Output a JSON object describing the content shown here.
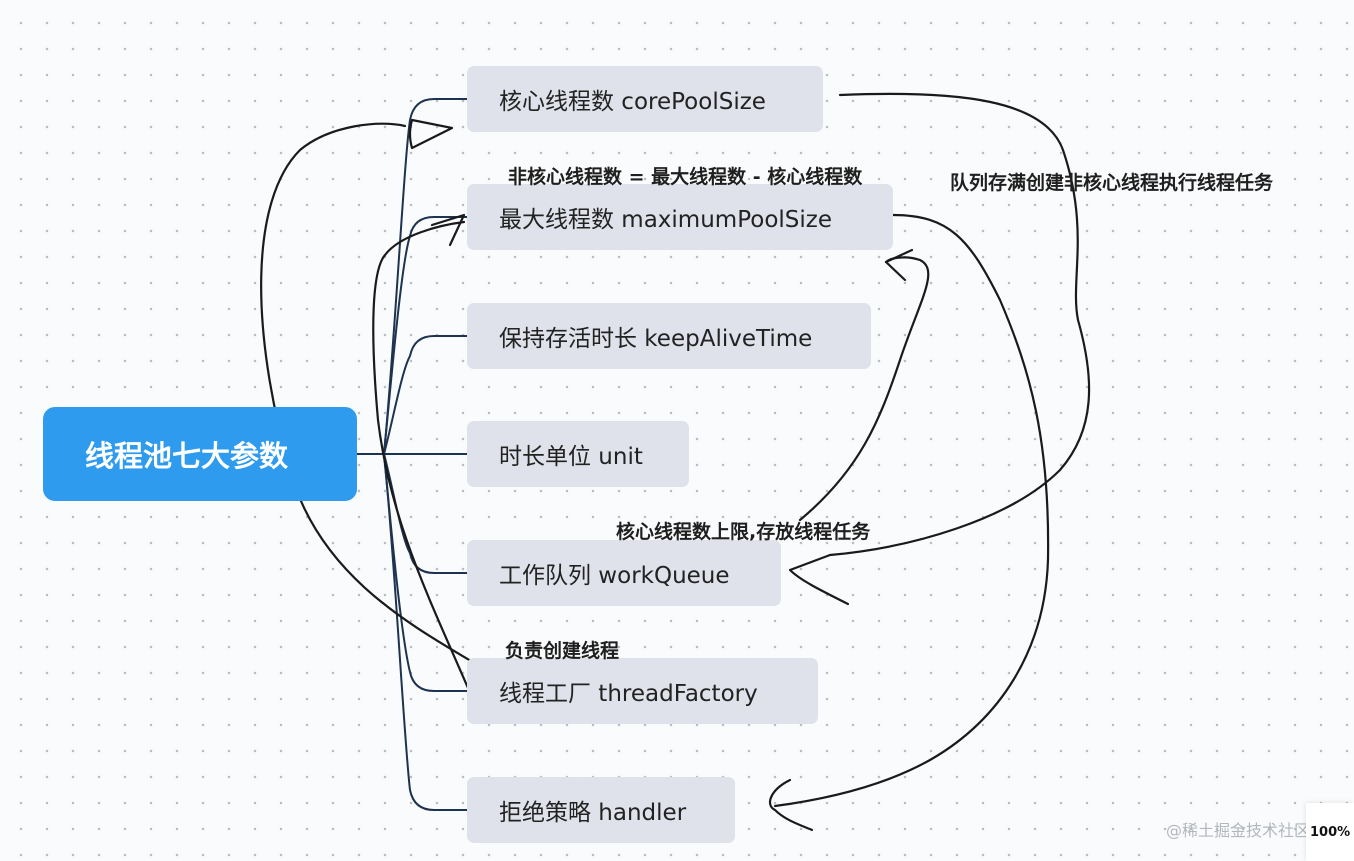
{
  "root": {
    "label": "线程池七大参数"
  },
  "nodes": [
    {
      "label": "核心线程数 corePoolSize"
    },
    {
      "label": "最大线程数 maximumPoolSize"
    },
    {
      "label": "保持存活时长 keepAliveTime"
    },
    {
      "label": "时长单位 unit"
    },
    {
      "label": "工作队列 workQueue"
    },
    {
      "label": "线程工厂 threadFactory"
    },
    {
      "label": "拒绝策略 handler"
    }
  ],
  "annotations": {
    "max_formula": "非核心线程数 = 最大线程数 - 核心线程数",
    "queue_full": "队列存满创建非核心线程执行线程任务",
    "queue_note": "核心线程数上限,存放线程任务",
    "factory_note": "负责创建线程"
  },
  "watermark": "@稀土掘金技术社区",
  "zoom_level": "100%",
  "colors": {
    "root": "#2f9bee",
    "node": "#dfe2ea",
    "connector": "#1e3350",
    "ink": "#1a1a1a"
  }
}
